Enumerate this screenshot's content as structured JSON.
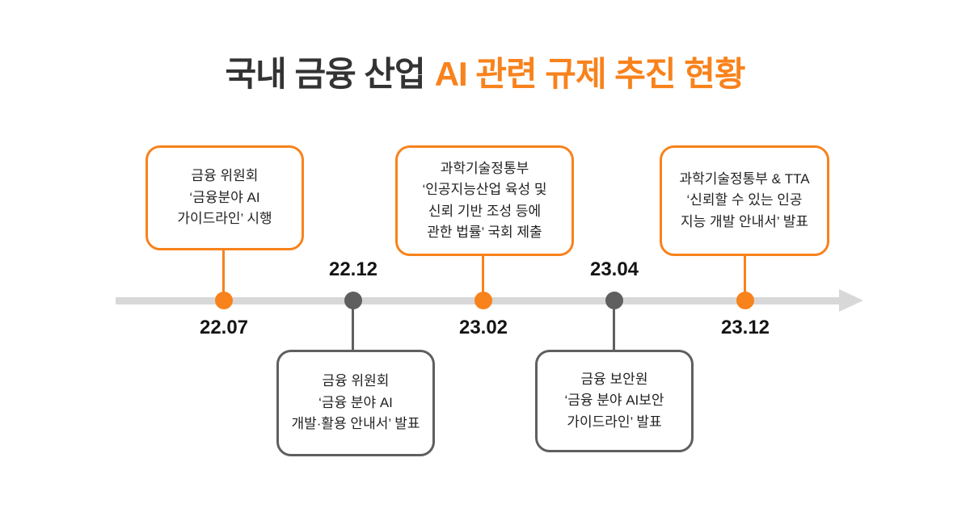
{
  "title": {
    "dark": "국내 금융 산업",
    "accent": "AI 관련 규제 추진 현황"
  },
  "colors": {
    "accent": "#F8821C",
    "gray": "#5f5f5f",
    "line": "#D8D8D8",
    "ink": "#333333"
  },
  "events": [
    {
      "date": "22.07",
      "text": "금융 위원회\n‘금융분야 AI\n가이드라인’ 시행",
      "style": "orange",
      "callout_position": "above"
    },
    {
      "date": "22.12",
      "text": "금융 위원회\n‘금융 분야 AI\n개발·활용 안내서’ 발표",
      "style": "gray",
      "callout_position": "below"
    },
    {
      "date": "23.02",
      "text": "과학기술정통부\n‘인공지능산업 육성 및\n신뢰 기반 조성 등에\n관한 법률’ 국회 제출",
      "style": "orange",
      "callout_position": "above"
    },
    {
      "date": "23.04",
      "text": "금융 보안원\n‘금융 분야 AI보안\n가이드라인’ 발표",
      "style": "gray",
      "callout_position": "below"
    },
    {
      "date": "23.12",
      "text": "과학기술정통부 & TTA\n‘신뢰할 수 있는 인공\n지능 개발 안내서’ 발표",
      "style": "orange",
      "callout_position": "above"
    }
  ]
}
